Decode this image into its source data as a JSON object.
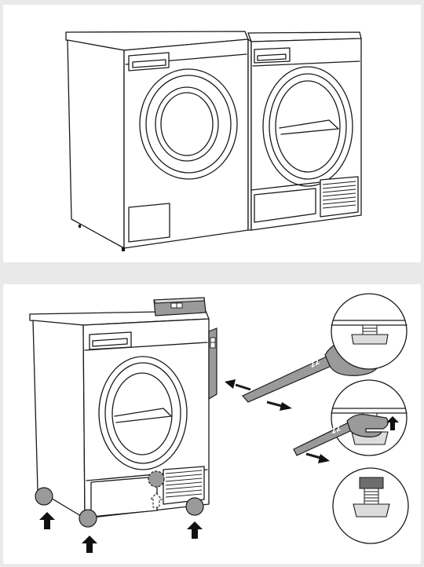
{
  "figure": {
    "top_panel": {
      "appliances": [
        "washing-machine",
        "tumble-dryer"
      ]
    },
    "bottom_panel": {
      "appliance": "tumble-dryer",
      "tools": [
        "spirit-level",
        "wrench"
      ],
      "wrench_marking": "22",
      "adjustable_feet_count": 4,
      "detail_views": [
        "foot-top-detail",
        "foot-wrench-detail",
        "foot-bottom-detail"
      ]
    },
    "colors": {
      "panel_background": "#ffffff",
      "page_background": "#e9e9e9",
      "line": "#1a1a1a",
      "tool_gray": "#9a9a9a",
      "foot_gray": "#8c8c8c"
    }
  }
}
